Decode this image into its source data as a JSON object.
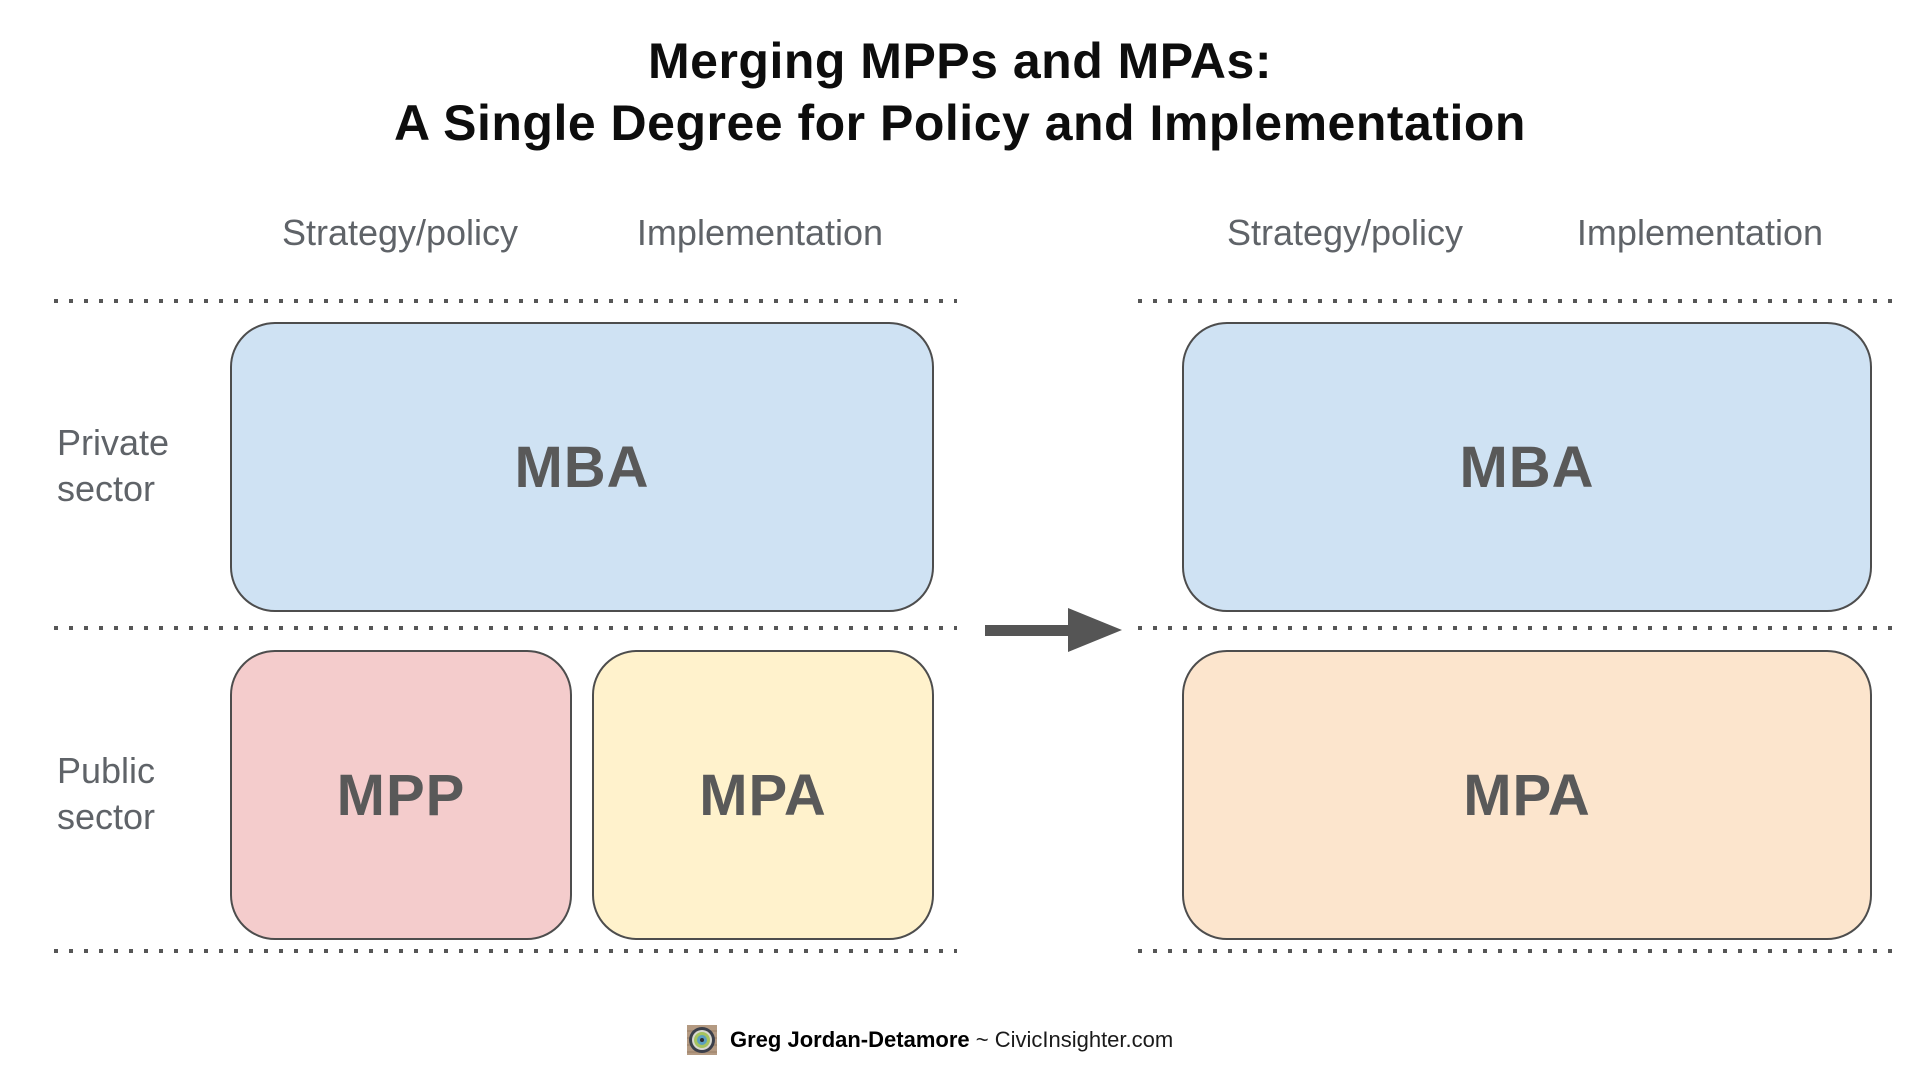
{
  "title": {
    "line1": "Merging MPPs and MPAs:",
    "line2": "A Single Degree for Policy and Implementation"
  },
  "panels": {
    "left": {
      "column_headers": [
        "Strategy/policy",
        "Implementation"
      ],
      "row_labels": [
        "Private\nsector",
        "Public\nsector"
      ],
      "boxes": [
        {
          "id": "mba",
          "label": "MBA",
          "fill": "#cfe2f3"
        },
        {
          "id": "mpp",
          "label": "MPP",
          "fill": "#f4cccc"
        },
        {
          "id": "mpa",
          "label": "MPA",
          "fill": "#fff2cc"
        }
      ]
    },
    "right": {
      "column_headers": [
        "Strategy/policy",
        "Implementation"
      ],
      "boxes": [
        {
          "id": "mba",
          "label": "MBA",
          "fill": "#cfe2f3"
        },
        {
          "id": "mpa-merged",
          "label": "MPA",
          "fill": "#fce5cd"
        }
      ]
    }
  },
  "arrow": {
    "direction": "right",
    "color": "#555555"
  },
  "footer": {
    "author": "Greg Jordan-Detamore",
    "separator": " ~ ",
    "site": "CivicInsighter.com",
    "logo_icon": "compass-logo"
  },
  "colors": {
    "box_border": "#4d4d4d",
    "box_label_text": "#595959",
    "header_text": "#5f6368",
    "dotted_line": "#565656",
    "title_text": "#0d0d0d"
  }
}
